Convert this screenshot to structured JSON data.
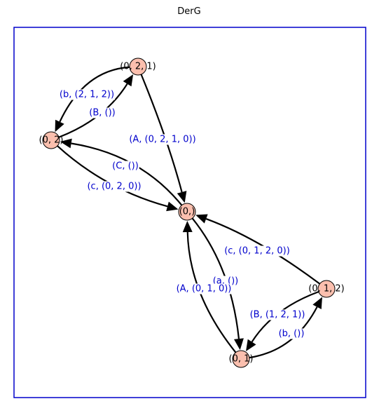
{
  "title": "DerG",
  "colors": {
    "frame": "#0000cc",
    "node_fill": "#fbbfae",
    "edge": "#000000",
    "edge_label": "#0000cc"
  },
  "nodes": [
    {
      "id": "n021",
      "label": "(0, 2, 1)"
    },
    {
      "id": "n02",
      "label": "(0, 2)"
    },
    {
      "id": "n0",
      "label": "(0,)"
    },
    {
      "id": "n012",
      "label": "(0, 1, 2)"
    },
    {
      "id": "n01",
      "label": "(0, 1)"
    }
  ],
  "edges": [
    {
      "from": "n02",
      "to": "n021",
      "label": "(B, ())"
    },
    {
      "from": "n021",
      "to": "n02",
      "label": "(b, (2, 1, 2))"
    },
    {
      "from": "n021",
      "to": "n0",
      "label": "(A, (0, 2, 1, 0))"
    },
    {
      "from": "n0",
      "to": "n02",
      "label": "(C, ())"
    },
    {
      "from": "n02",
      "to": "n0",
      "label": "(c, (0, 2, 0))"
    },
    {
      "from": "n012",
      "to": "n0",
      "label": "(c, (0, 1, 2, 0))"
    },
    {
      "from": "n0",
      "to": "n01",
      "label": "(a, ())"
    },
    {
      "from": "n01",
      "to": "n0",
      "label": "(A, (0, 1, 0))"
    },
    {
      "from": "n012",
      "to": "n01",
      "label": "(B, (1, 2, 1))"
    },
    {
      "from": "n01",
      "to": "n012",
      "label": "(b, ())"
    }
  ]
}
